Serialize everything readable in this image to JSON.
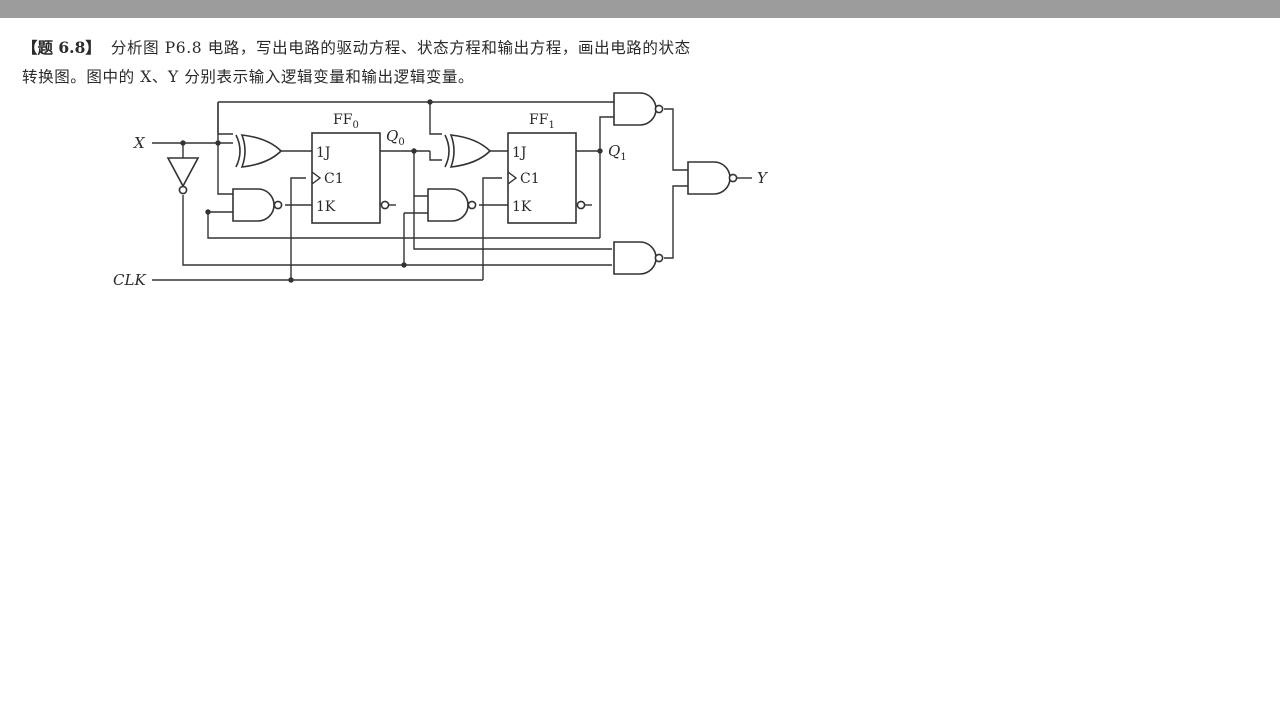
{
  "problem": {
    "tag": "【题 6.8】",
    "line1": "分析图 P6.8 电路，写出电路的驱动方程、状态方程和输出方程，画出电路的状态",
    "line2": "转换图。图中的 X、Y 分别表示输入逻辑变量和输出逻辑变量。"
  },
  "circuit": {
    "input_x": "X",
    "input_clk": "CLK",
    "output_y": "Y",
    "ff0": {
      "name": "FF",
      "sub": "0",
      "pin_j": "1J",
      "pin_c": "C1",
      "pin_k": "1K"
    },
    "ff1": {
      "name": "FF",
      "sub": "1",
      "pin_j": "1J",
      "pin_c": "C1",
      "pin_k": "1K"
    },
    "q0": {
      "name": "Q",
      "sub": "0"
    },
    "q1": {
      "name": "Q",
      "sub": "1"
    }
  }
}
